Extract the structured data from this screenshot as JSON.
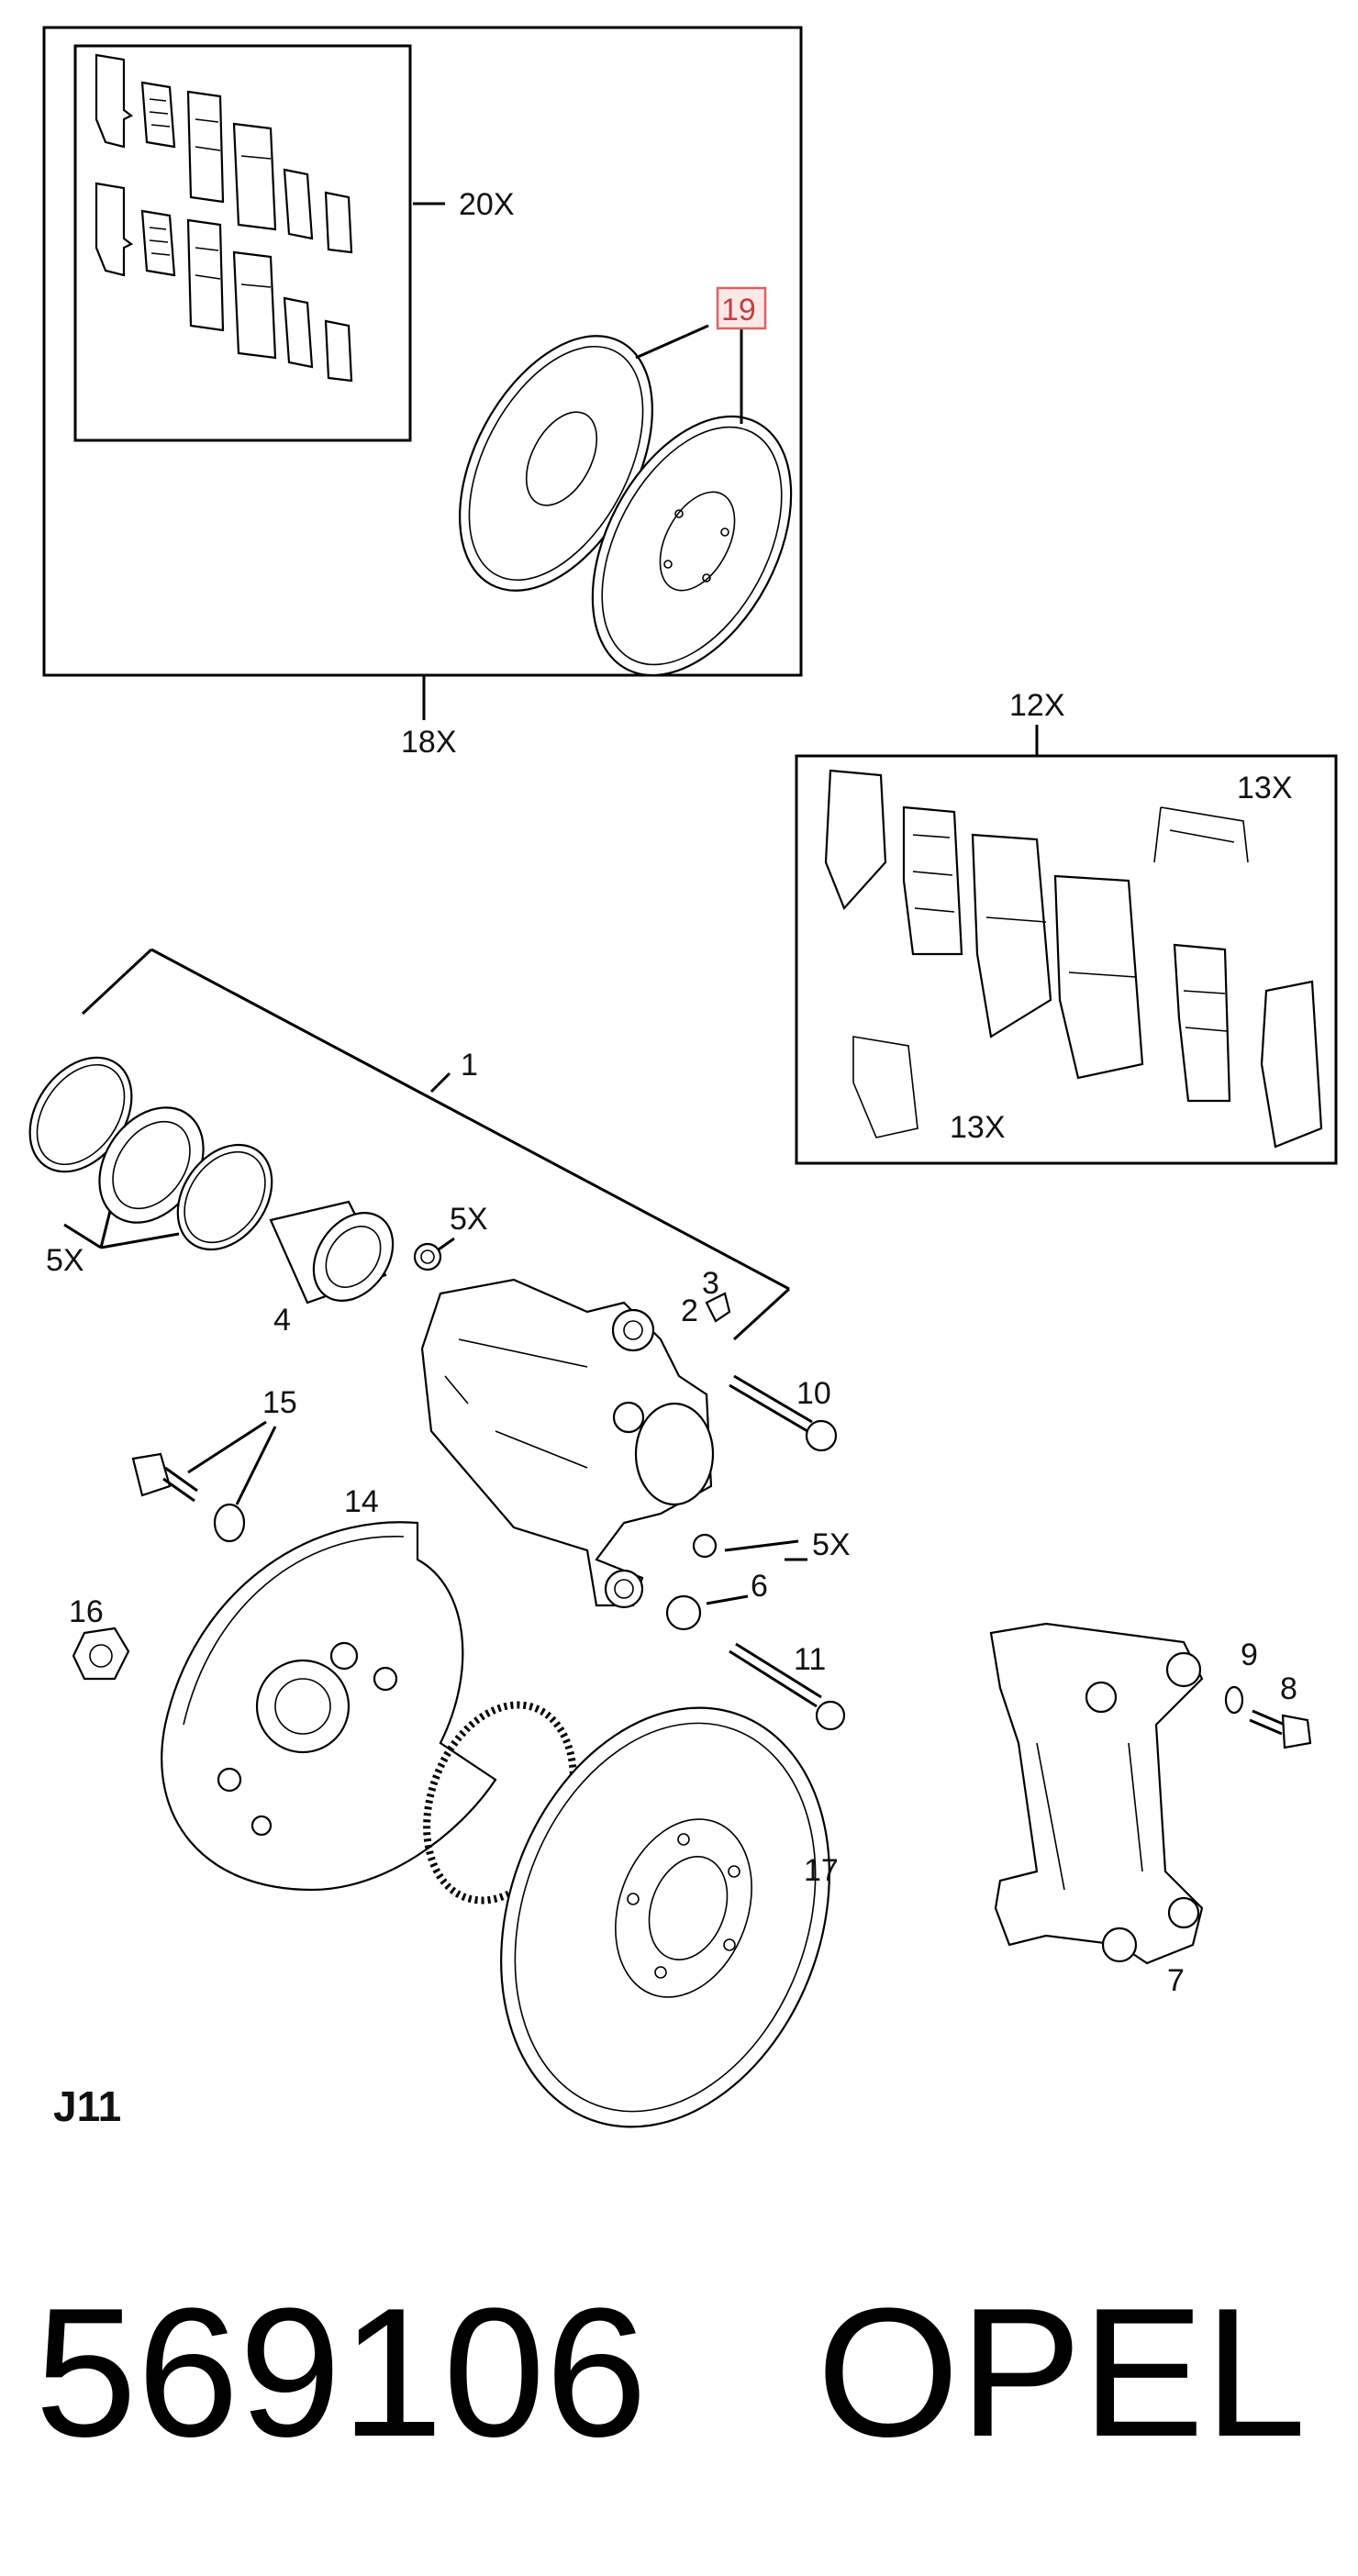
{
  "diagram": {
    "sheet_code": "J11",
    "part_number": "569106",
    "brand": "OPEL",
    "highlight_color": "#e06060",
    "callouts": {
      "c20x": "20X",
      "c19": "19",
      "c18x": "18X",
      "c12x": "12X",
      "c13x_top": "13X",
      "c13x_bottom": "13X",
      "c1": "1",
      "c5x_left": "5X",
      "c5x_mid": "5X",
      "c5x_right": "5X",
      "c4": "4",
      "c3": "3",
      "c2": "2",
      "c10": "10",
      "c15": "15",
      "c14": "14",
      "c16": "16",
      "c6": "6",
      "c11": "11",
      "c9": "9",
      "c8": "8",
      "c17": "17",
      "c7": "7"
    }
  }
}
